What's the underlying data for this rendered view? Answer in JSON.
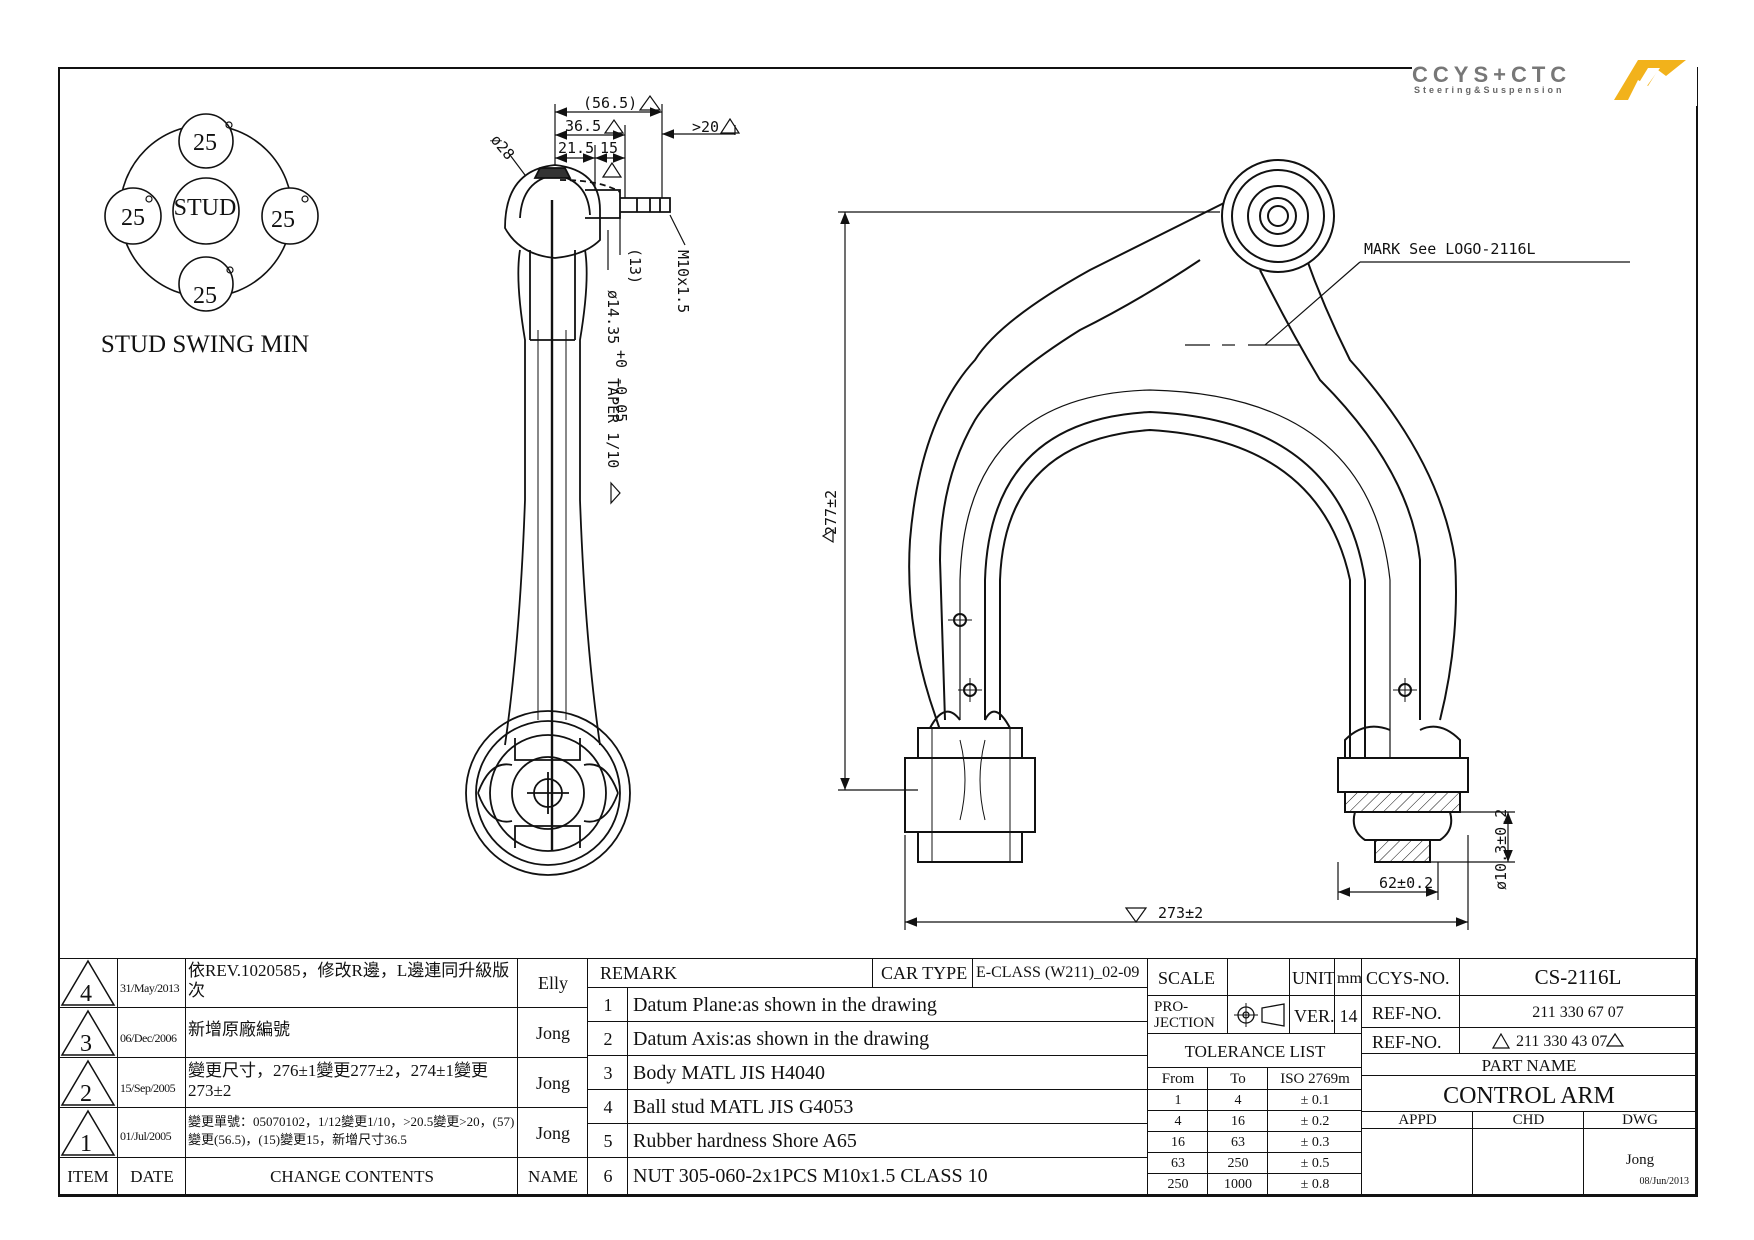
{
  "brand": {
    "name": "CCYS+CTC",
    "tagline": "Steering&Suspension"
  },
  "stud": {
    "angle_top": "25",
    "angle_left": "25",
    "angle_right": "25",
    "angle_bottom": "25",
    "center": "STUD",
    "caption": "STUD SWING MIN"
  },
  "dims": {
    "d56": "(56.5)",
    "d365": "36.5",
    "d215": "21.5",
    "d15": "15",
    "d20": ">20",
    "dia28": "ø28",
    "d13": "(13)",
    "m10": "M10x1.5",
    "taper": "ø14.35",
    "taper_tol": "+0 -0.05",
    "taper_txt": "TAPER 1/10",
    "h277": "277±2",
    "w273": "273±2",
    "w62": "62±0.2",
    "d103": "ø10.3±0.2",
    "mark": "MARK See LOGO-2116L"
  },
  "revisions": [
    {
      "item": "4",
      "date": "31/May/2013",
      "content": "依REV.1020585，修改R邊，L邊連同升級版次",
      "name": "Elly"
    },
    {
      "item": "3",
      "date": "06/Dec/2006",
      "content": "新增原廠編號",
      "name": "Jong"
    },
    {
      "item": "2",
      "date": "15/Sep/2005",
      "content": "變更尺寸，276±1變更277±2，274±1變更273±2",
      "name": "Jong"
    },
    {
      "item": "1",
      "date": "01/Jul/2005",
      "content": "變更單號：05070102，1/12變更1/10，>20.5變更>20，(57)變更(56.5)，(15)變更15，新增尺寸36.5",
      "name": "Jong"
    }
  ],
  "rev_headers": {
    "item": "ITEM",
    "date": "DATE",
    "content": "CHANGE CONTENTS",
    "name": "NAME"
  },
  "remark_label": "REMARK",
  "car_type_label": "CAR TYPE",
  "car_type": "E-CLASS (W211)_02-09",
  "remarks": [
    {
      "no": "1",
      "text": "Datum Plane:as shown in the drawing"
    },
    {
      "no": "2",
      "text": "Datum Axis:as shown in the drawing"
    },
    {
      "no": "3",
      "text": "Body MATL JIS H4040"
    },
    {
      "no": "4",
      "text": "Ball stud MATL JIS G4053"
    },
    {
      "no": "5",
      "text": "Rubber hardness Shore A65"
    },
    {
      "no": "6",
      "text": "NUT 305-060-2x1PCS M10x1.5 CLASS 10"
    }
  ],
  "scale_label": "SCALE",
  "unit_label": "UNIT",
  "unit": "mm",
  "projection_label": "PRO-JECTION",
  "ver_label": "VER.",
  "ver": "14",
  "tolerance": {
    "title": "TOLERANCE LIST",
    "headers": [
      "From",
      "To",
      "ISO 2769m"
    ],
    "rows": [
      [
        "1",
        "4",
        "± 0.1"
      ],
      [
        "4",
        "16",
        "± 0.2"
      ],
      [
        "16",
        "63",
        "± 0.3"
      ],
      [
        "63",
        "250",
        "± 0.5"
      ],
      [
        "250",
        "1000",
        "± 0.8"
      ]
    ]
  },
  "ccys_label": "CCYS-NO.",
  "ccys_no": "CS-2116L",
  "ref_label": "REF-NO.",
  "ref1": "211 330 67 07",
  "ref2": "211 330 43 07",
  "part_name_label": "PART NAME",
  "part_name": "CONTROL ARM",
  "appd_label": "APPD",
  "chd_label": "CHD",
  "dwg_label": "DWG",
  "dwg_name": "Jong",
  "dwg_date": "08/Jun/2013"
}
